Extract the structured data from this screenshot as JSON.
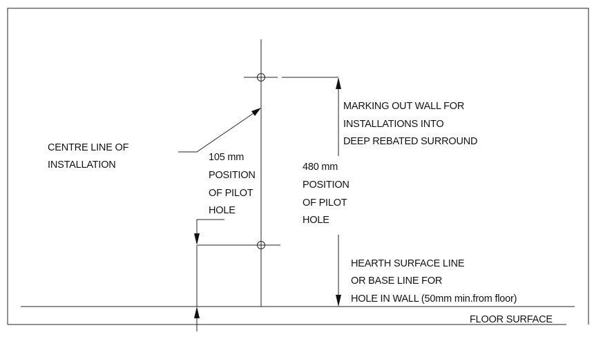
{
  "labels": {
    "marking_title": [
      "MARKING OUT WALL FOR",
      "INSTALLATIONS INTO",
      "DEEP REBATED SURROUND"
    ],
    "centre_line": [
      "CENTRE LINE OF",
      "INSTALLATION"
    ],
    "dim_105": [
      "105 mm",
      "POSITION",
      "OF PILOT",
      "HOLE"
    ],
    "dim_480": [
      "480 mm",
      "POSITION",
      "OF PILOT",
      "HOLE"
    ],
    "hearth": [
      "HEARTH SURFACE LINE",
      "OR BASE LINE FOR",
      "HOLE IN WALL (50mm min.from floor)"
    ],
    "floor": "FLOOR SURFACE"
  },
  "colors": {
    "line": "#222222",
    "text": "#111111",
    "background": "#ffffff"
  }
}
